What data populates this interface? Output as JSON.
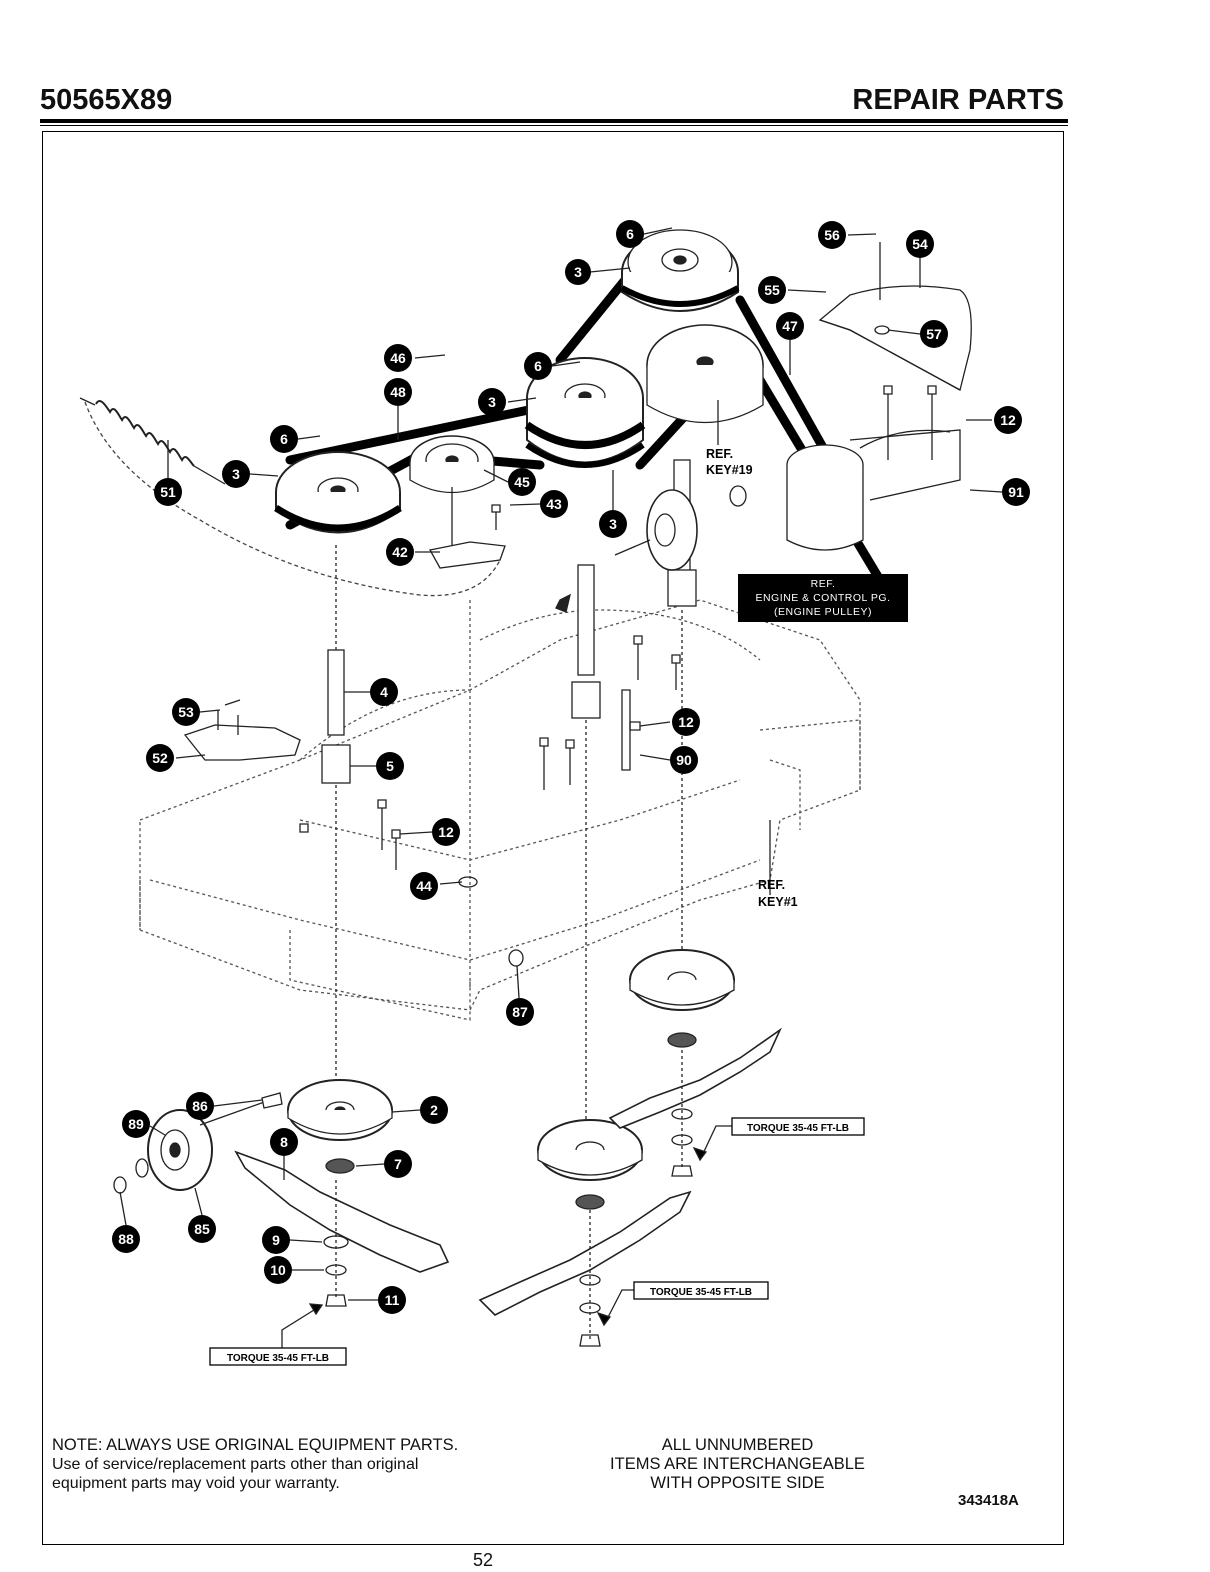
{
  "header": {
    "model_number": "50565X89",
    "section_title": "REPAIR PARTS"
  },
  "callouts": [
    {
      "id": "c6a",
      "label": "6"
    },
    {
      "id": "c3a",
      "label": "3"
    },
    {
      "id": "c56",
      "label": "56"
    },
    {
      "id": "c54",
      "label": "54"
    },
    {
      "id": "c55",
      "label": "55"
    },
    {
      "id": "c57",
      "label": "57"
    },
    {
      "id": "c47",
      "label": "47"
    },
    {
      "id": "c46",
      "label": "46"
    },
    {
      "id": "c48",
      "label": "48"
    },
    {
      "id": "c6b",
      "label": "6"
    },
    {
      "id": "c3b",
      "label": "3"
    },
    {
      "id": "c12a",
      "label": "12"
    },
    {
      "id": "c6c",
      "label": "6"
    },
    {
      "id": "c3c",
      "label": "3"
    },
    {
      "id": "c51",
      "label": "51"
    },
    {
      "id": "c45",
      "label": "45"
    },
    {
      "id": "c43",
      "label": "43"
    },
    {
      "id": "c3d",
      "label": "3"
    },
    {
      "id": "c91",
      "label": "91"
    },
    {
      "id": "c42",
      "label": "42"
    },
    {
      "id": "c4",
      "label": "4"
    },
    {
      "id": "c53",
      "label": "53"
    },
    {
      "id": "c52",
      "label": "52"
    },
    {
      "id": "c5",
      "label": "5"
    },
    {
      "id": "c12b",
      "label": "12"
    },
    {
      "id": "c90",
      "label": "90"
    },
    {
      "id": "c12c",
      "label": "12"
    },
    {
      "id": "c44",
      "label": "44"
    },
    {
      "id": "c87",
      "label": "87"
    },
    {
      "id": "c86",
      "label": "86"
    },
    {
      "id": "c2",
      "label": "2"
    },
    {
      "id": "c89",
      "label": "89"
    },
    {
      "id": "c8",
      "label": "8"
    },
    {
      "id": "c7",
      "label": "7"
    },
    {
      "id": "c88",
      "label": "88"
    },
    {
      "id": "c85",
      "label": "85"
    },
    {
      "id": "c9",
      "label": "9"
    },
    {
      "id": "c10",
      "label": "10"
    },
    {
      "id": "c11",
      "label": "11"
    }
  ],
  "references": {
    "key19_line1": "REF.",
    "key19_line2": "KEY#19",
    "key1_line1": "REF.",
    "key1_line2": "KEY#1",
    "engine_line1": "REF.",
    "engine_line2": "ENGINE & CONTROL PG.",
    "engine_line3": "(ENGINE PULLEY)"
  },
  "torque_labels": {
    "right": "TORQUE 35-45 FT-LB",
    "center": "TORQUE 35-45 FT-LB",
    "left": "TORQUE 35-45 FT-LB"
  },
  "notes": {
    "line1": "NOTE: ALWAYS USE ORIGINAL EQUIPMENT PARTS.",
    "line2": "Use of service/replacement parts other than original",
    "line3": "equipment parts may void your warranty."
  },
  "unnumbered_note": {
    "line1": "ALL UNNUMBERED",
    "line2": "ITEMS ARE INTERCHANGEABLE",
    "line3": "WITH OPPOSITE SIDE"
  },
  "document_number": "343418A",
  "page_number": "52"
}
